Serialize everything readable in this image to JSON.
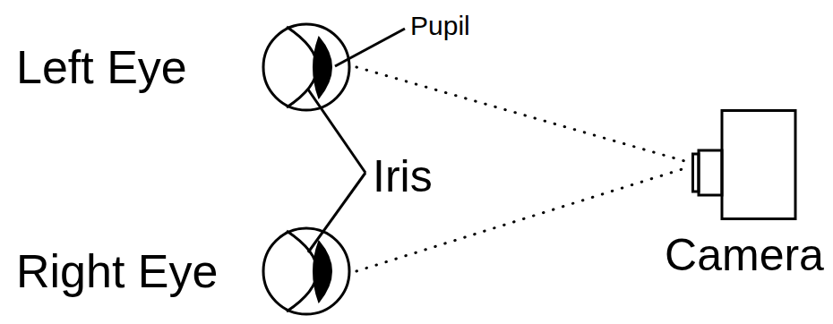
{
  "diagram": {
    "nodes": [
      {
        "text": [
          "Left Eye"
        ]
      },
      {
        "text": [
          "Right Eye"
        ]
      },
      {
        "text": [
          "Camera"
        ]
      }
    ],
    "edges": [
      {
        "from": 0,
        "to": 2,
        "arrow": "none"
      },
      {
        "from": 1,
        "to": 2,
        "arrow": "none"
      }
    ],
    "labels": [
      "Pupil",
      "Iris"
    ]
  }
}
